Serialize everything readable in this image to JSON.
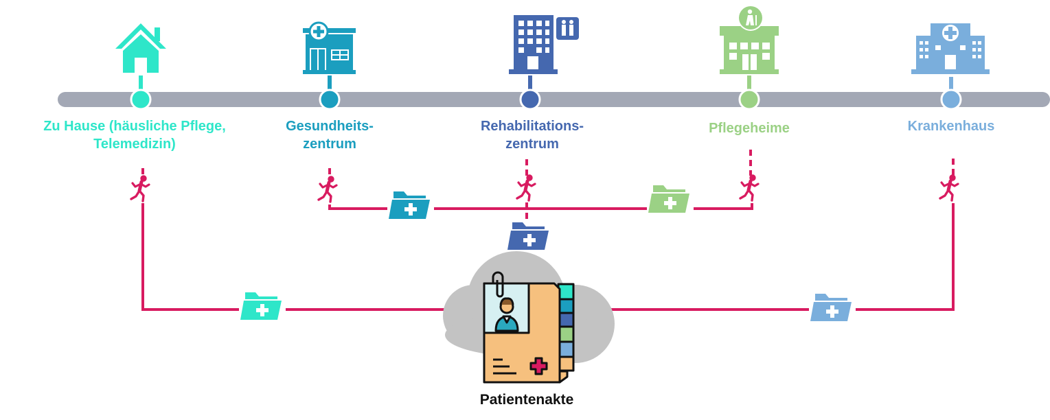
{
  "colors": {
    "timeline": "#A3A8B5",
    "connector": "#D81B60",
    "home": "#2EE6C9",
    "health_center": "#1B9EBF",
    "rehab": "#4568AF",
    "nursing": "#9BD185",
    "hospital": "#7AAEDC",
    "cloud": "#C3C3C3",
    "folder_body": "#F6C07E"
  },
  "facilities": [
    {
      "id": "home",
      "label_lines": [
        "Zu Hause (häusliche Pflege,",
        "Telemedizin)"
      ],
      "icon": "house-icon"
    },
    {
      "id": "health_center",
      "label_lines": [
        "Gesundheits-",
        "zentrum"
      ],
      "icon": "clinic-icon"
    },
    {
      "id": "rehab",
      "label_lines": [
        "Rehabilitations-",
        "zentrum"
      ],
      "icon": "rehab-building-icon"
    },
    {
      "id": "nursing",
      "label_lines": [
        "Pflegeheime"
      ],
      "icon": "nursing-home-icon"
    },
    {
      "id": "hospital",
      "label_lines": [
        "Krankenhaus"
      ],
      "icon": "hospital-icon"
    }
  ],
  "patient_record": {
    "label": "Patientenakte",
    "icon": "medical-record-folder-icon"
  },
  "cloud_icon": "cloud-icon",
  "walker_icon": "walking-person-icon",
  "record_folder_icon": "folder-plus-icon"
}
